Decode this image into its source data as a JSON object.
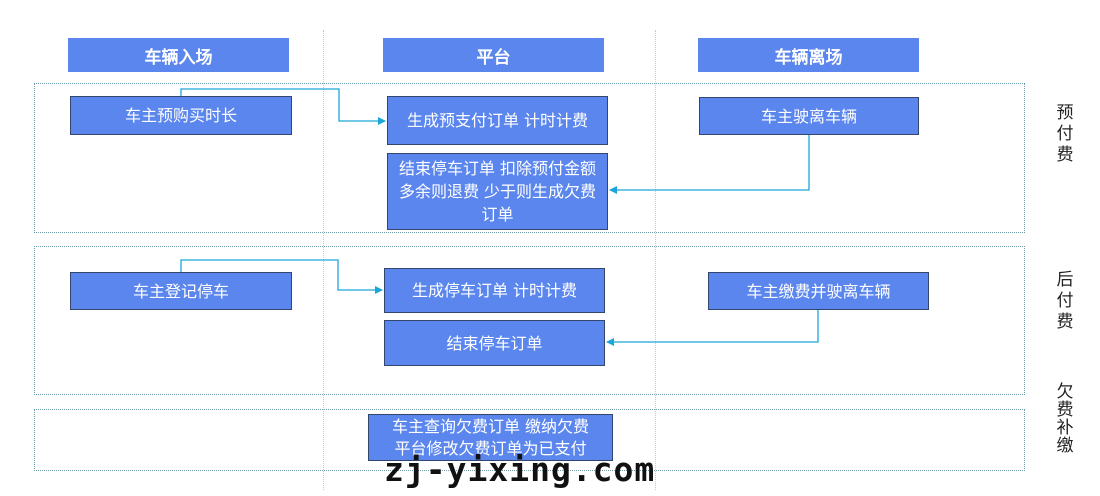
{
  "headers": {
    "entry": "车辆入场",
    "platform": "平台",
    "exit": "车辆离场"
  },
  "prepaid": {
    "label": [
      "预",
      "付",
      "费"
    ],
    "owner_buy": "车主预购买时长",
    "generate_order": "生成预支付订单 计时计费",
    "owner_leave": "车主驶离车辆",
    "end_order": "结束停车订单 扣除预付金额 多余则退费 少于则生成欠费订单"
  },
  "postpaid": {
    "label": [
      "后",
      "付",
      "费"
    ],
    "owner_register": "车主登记停车",
    "generate_order": "生成停车订单 计时计费",
    "owner_pay_leave": "车主缴费并驶离车辆",
    "end_order": "结束停车订单"
  },
  "arrears": {
    "label": [
      "欠",
      "费",
      "补",
      "缴"
    ],
    "line1": "车主查询欠费订单 缴纳欠费",
    "line2": "平台修改欠费订单为已支付"
  },
  "watermark": "zj-yixing.com",
  "colors": {
    "box_fill": "#5b86ed",
    "box_border": "#33466e",
    "arrow": "#1aa7d8"
  }
}
